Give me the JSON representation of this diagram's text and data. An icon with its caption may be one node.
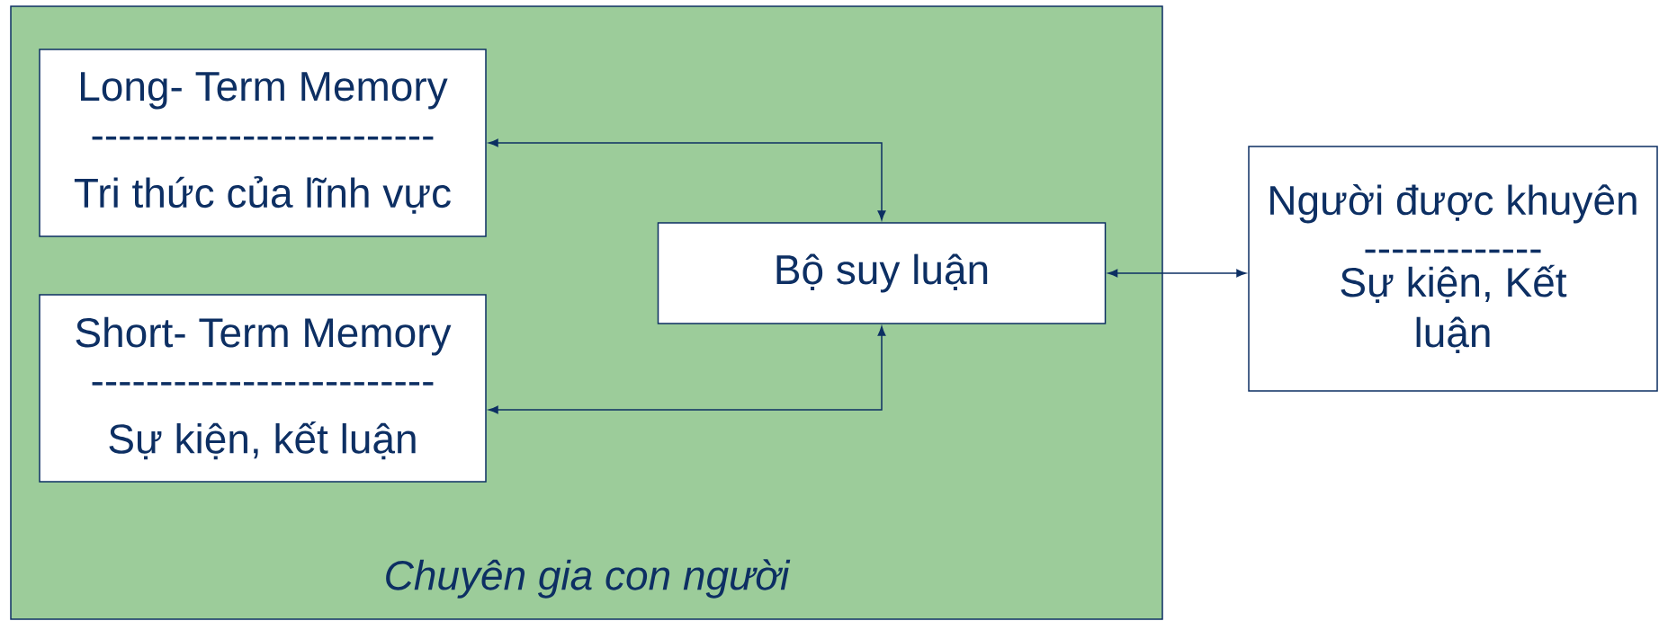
{
  "diagram": {
    "nodes": [
      {
        "text": [
          "Chuyên gia con người"
        ]
      },
      {
        "text": [
          "Long- Term Memory",
          "-------------------------",
          "Tri thức của lĩnh vực"
        ],
        "in": 0
      },
      {
        "text": [
          "Bộ suy luận"
        ],
        "in": 0
      },
      {
        "text": [
          "Short- Term Memory",
          "-------------------------",
          "Sự kiện, kết luận"
        ],
        "in": 0
      },
      {
        "text": [
          "Người được khuyên",
          "-------------",
          "Sự kiện, Kết luận"
        ]
      }
    ],
    "edges": [
      {
        "from": 1,
        "to": 2,
        "arrow": "both"
      },
      {
        "from": 3,
        "to": 2,
        "arrow": "both"
      },
      {
        "from": 2,
        "to": 4,
        "arrow": "both"
      }
    ]
  }
}
